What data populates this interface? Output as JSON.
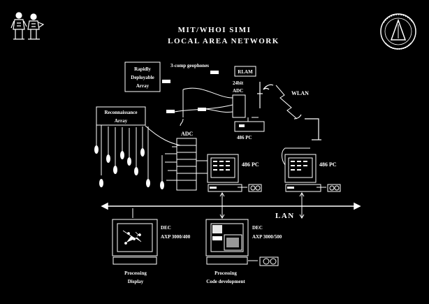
{
  "title": {
    "line1": "MIT/WHOI SIMI",
    "line2": "LOCAL AREA NETWORK"
  },
  "labels": {
    "geophones": "3-comp geophones",
    "rapid_array": [
      "Rapidly",
      "Deployable",
      "Array"
    ],
    "recon_array": [
      "Reconnaissance",
      "Array"
    ],
    "rlam": "RLAM",
    "adc_24bit": [
      "24bit",
      "ADC"
    ],
    "wlan": "WLAN",
    "pc_top": "486 PC",
    "adc_main": "ADC",
    "pc_left": "486 PC",
    "pc_right": "486 PC",
    "lan": "LAN",
    "dec_left": [
      "DEC",
      "AXP 3000/400"
    ],
    "dec_right": [
      "DEC",
      "AXP 3000/500"
    ],
    "caption_left": [
      "Processing",
      "Display"
    ],
    "caption_right": [
      "Processing",
      "Code development"
    ]
  },
  "icons": [
    "figures-logo-icon",
    "seal-logo-icon",
    "tape-drive-icon",
    "antenna-icon",
    "workstation-icon",
    "pc-icon",
    "geophone-icon"
  ],
  "colors": {
    "background": "#000000",
    "foreground": "#ffffff"
  }
}
